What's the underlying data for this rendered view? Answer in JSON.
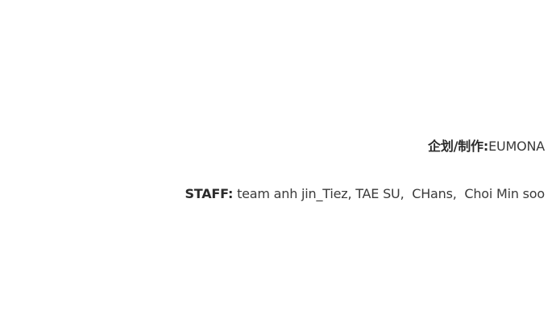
{
  "credits": {
    "production": {
      "label": "企划/制作:",
      "value": "EUMONA"
    },
    "staff": {
      "label": "STAFF:",
      "value": " team anh jin_Tiez, TAE SU,  CHans,  Choi Min soo"
    }
  }
}
